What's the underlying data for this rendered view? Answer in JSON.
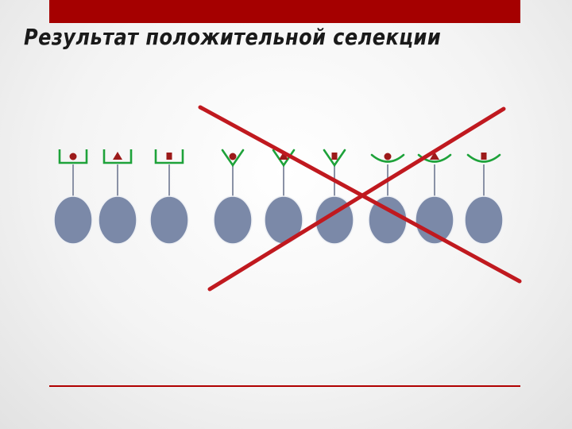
{
  "title": "Результат положительной селекции",
  "colors": {
    "top_bar": "#a50000",
    "cell_fill": "#7b89a8",
    "cell_stroke": "#eef0f4",
    "stalk": "#8a92a6",
    "receptor": "#1ea23a",
    "antigen": "#9c1a1a",
    "cross": "#c0191f",
    "bottom_line": "#b00000"
  },
  "groups": [
    {
      "name": "surviving",
      "receptor": "bracket-receptor",
      "cells": [
        {
          "antigen": "circle"
        },
        {
          "antigen": "triangle"
        },
        {
          "antigen": "square"
        }
      ]
    },
    {
      "name": "eliminated-y",
      "receptor": "y-receptor",
      "cells": [
        {
          "antigen": "circle"
        },
        {
          "antigen": "triangle"
        },
        {
          "antigen": "square"
        }
      ]
    },
    {
      "name": "eliminated-cup",
      "receptor": "cup-receptor",
      "cells": [
        {
          "antigen": "circle"
        },
        {
          "antigen": "triangle"
        },
        {
          "antigen": "square"
        }
      ]
    }
  ],
  "eliminated_marker": "cross-out"
}
